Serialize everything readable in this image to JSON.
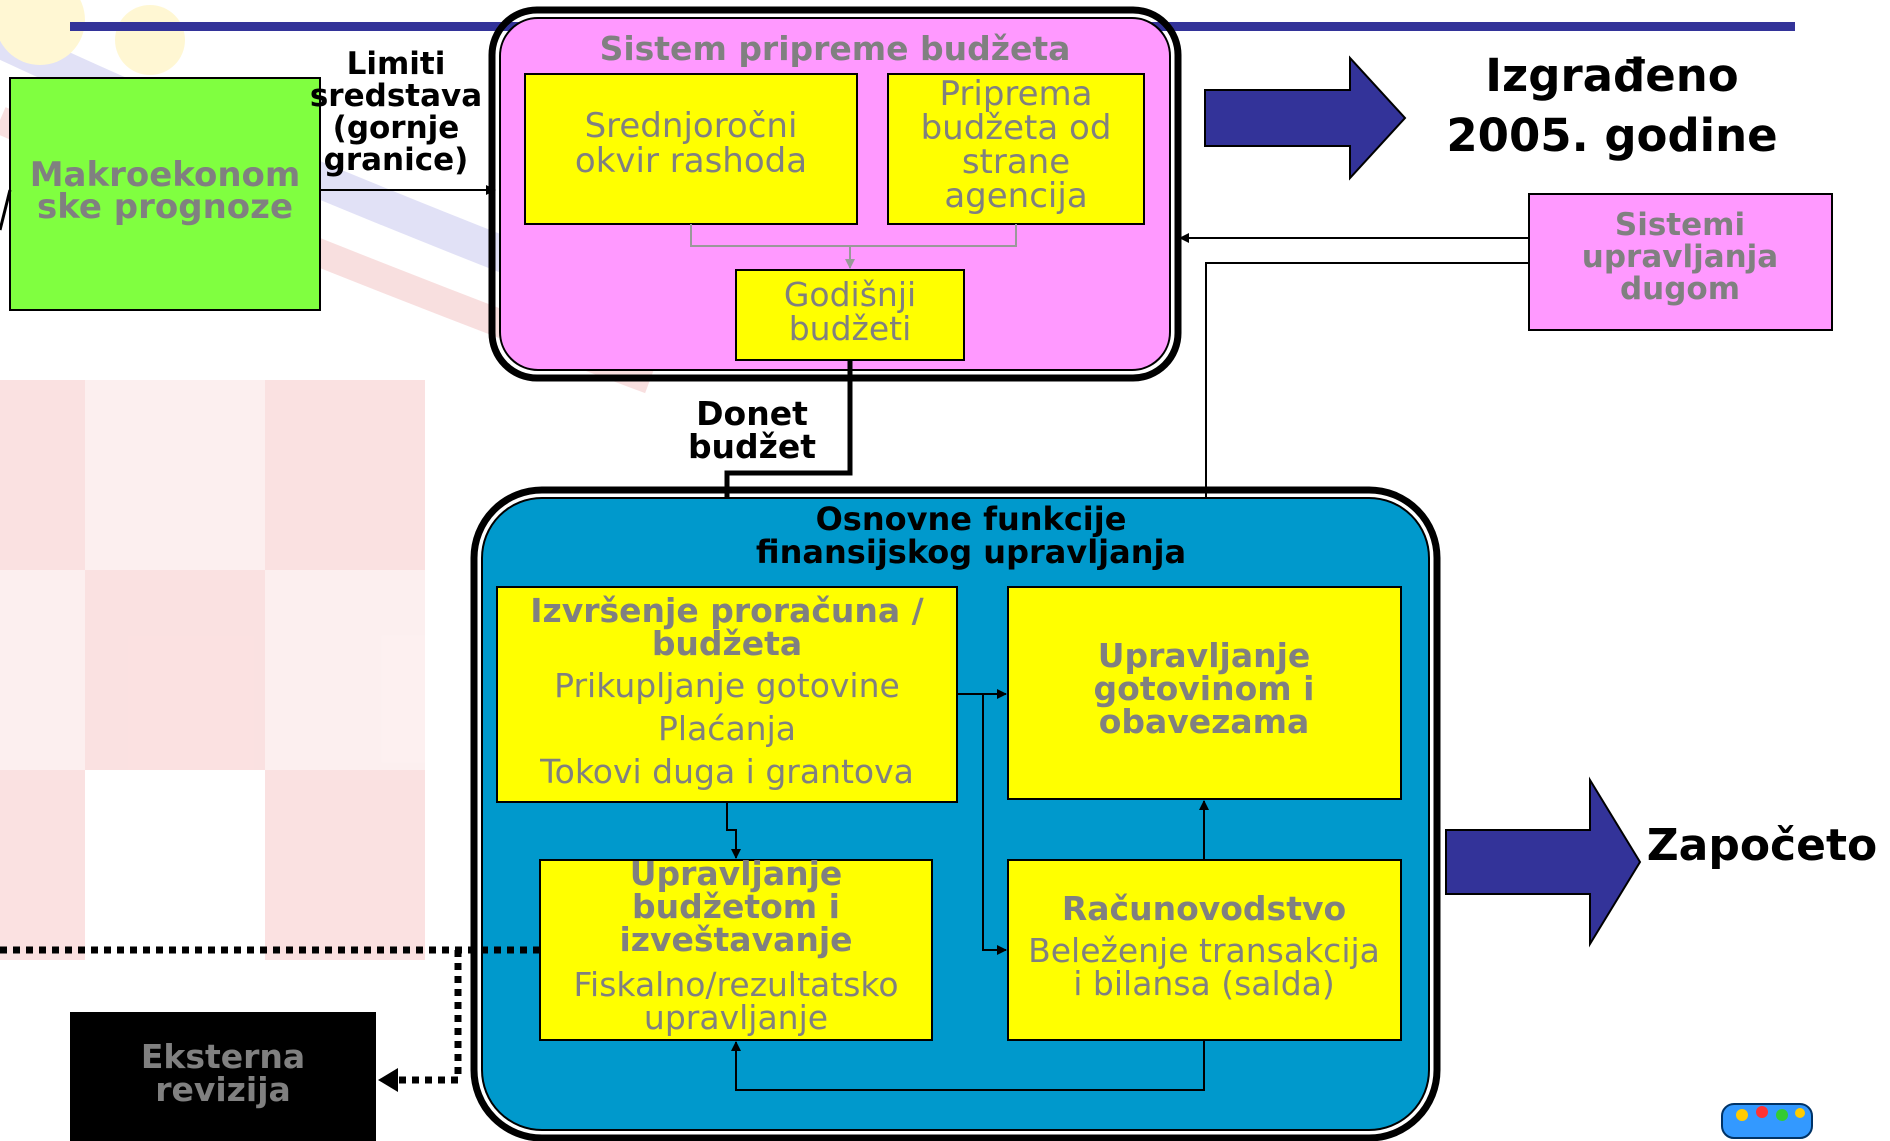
{
  "colors": {
    "pink": "#ff99ff",
    "yellow": "#ffff00",
    "green": "#80ff40",
    "teal": "#0099cc",
    "navy": "#333399",
    "black": "#000000",
    "gray_text": "#808080"
  },
  "top_block": {
    "title": "Sistem pripreme budžeta",
    "box_left": [
      "Srednjoročni",
      "okvir rashoda"
    ],
    "box_right": [
      "Priprema",
      "budžeta od",
      "strane",
      "agencija"
    ],
    "box_bottom": [
      "Godišnji",
      "budžeti"
    ]
  },
  "macro": {
    "lines": [
      "Makroekonom",
      "ske prognoze"
    ]
  },
  "limits_label": [
    "Limiti",
    "sredstava",
    "(gornje",
    "granice)"
  ],
  "built": {
    "lines": [
      "Izgrađeno",
      "2005. godine"
    ]
  },
  "debt": {
    "lines": [
      "Sistemi",
      "upravljanja",
      "dugom"
    ]
  },
  "donet": {
    "lines": [
      "Donet",
      "budžet"
    ]
  },
  "core_block": {
    "title": [
      "Osnovne funkcije",
      "finansijskog upravljanja"
    ],
    "execution": {
      "title": [
        "Izvršenje proračuna /",
        "budžeta"
      ],
      "items": [
        "Prikupljanje gotovine",
        "Plaćanja",
        "Tokovi duga i grantova"
      ]
    },
    "cash": {
      "title": [
        "Upravljanje",
        "gotovinom i",
        "obavezama"
      ]
    },
    "reporting": {
      "title": [
        "Upravljanje",
        "budžetom i",
        "izveštavanje"
      ],
      "items": [
        "Fiskalno/rezultatsko",
        "upravljanje"
      ]
    },
    "accounting": {
      "title": "Računovodstvo",
      "items": [
        "Beleženje transakcija",
        "i bilansa (salda)"
      ]
    }
  },
  "started": {
    "label": "Započeto"
  },
  "audit": {
    "lines": [
      "Eksterna",
      "revizija"
    ]
  }
}
